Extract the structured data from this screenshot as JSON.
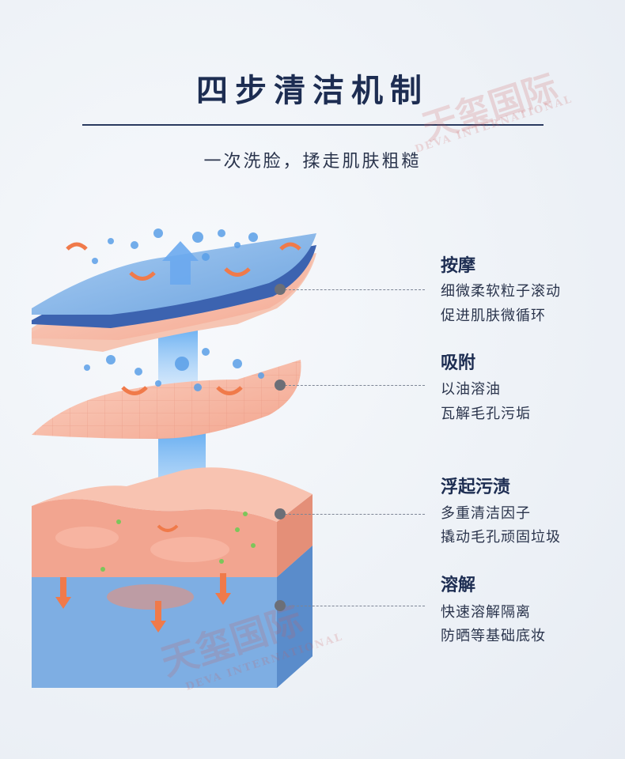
{
  "header": {
    "title": "四步清洁机制",
    "subtitle": "一次洗脸，揉走肌肤粗糙"
  },
  "watermark": {
    "brand_cn": "天玺国际",
    "brand_en": "DEVA INTERNATIONAL"
  },
  "steps": [
    {
      "title": "按摩",
      "line1": "细微柔软粒子滚动",
      "line2": "促进肌肤微循环"
    },
    {
      "title": "吸附",
      "line1": "以油溶油",
      "line2": "瓦解毛孔污垢"
    },
    {
      "title": "浮起污渍",
      "line1": "多重清洁因子",
      "line2": "撬动毛孔顽固垃圾"
    },
    {
      "title": "溶解",
      "line1": "快速溶解隔离",
      "line2": "防晒等基础底妆"
    }
  ],
  "colors": {
    "title": "#1d2d52",
    "skin": "#f3b8a6",
    "blue_layer": "#7fb2e6",
    "arrow_orange": "#f07a4a"
  }
}
